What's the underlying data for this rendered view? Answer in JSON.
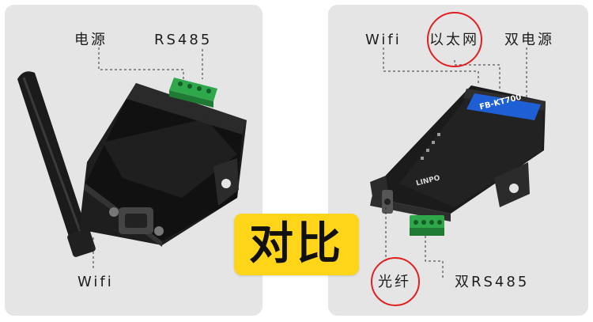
{
  "left_device": {
    "labels": {
      "power": "电源",
      "rs485": "RS485",
      "wifi": "Wifi"
    }
  },
  "right_device": {
    "labels": {
      "wifi": "Wifi",
      "ethernet": "以太网",
      "dual_power": "双电源",
      "fiber": "光纤",
      "dual_rs485": "双RS485"
    },
    "model_label": "FB-KT700",
    "brand": "LINPO"
  },
  "comparison_badge": {
    "text": "对比"
  },
  "colors": {
    "panel_bg": "#e5e5e6",
    "badge": "#ffd51a",
    "highlight_circle": "#e02020",
    "terminal_green": "#2ea84a",
    "device_label_blue": "#1f5fd6"
  }
}
